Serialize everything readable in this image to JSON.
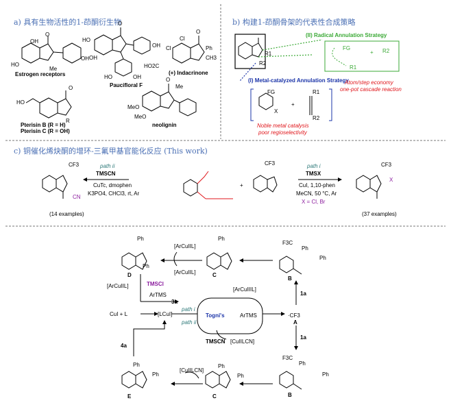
{
  "panel_a": {
    "title": "a) 具有生物活性的1-茚酮衍生物",
    "compounds": {
      "estrogen": "Estrogen receptors",
      "paucifloral": "Paucifloral F",
      "indacrinone": "(+) Indacrinone",
      "pterosin": "Pterisin B (R = H)",
      "pterosin2": "Pterisin C (R = OH)",
      "neolignin": "neolignin"
    },
    "atoms": {
      "ho": "HO",
      "oh": "OH",
      "me": "Me",
      "meo": "MeO",
      "o": "O",
      "cl": "Cl",
      "ph": "Ph",
      "ch3": "CH3",
      "r": "R",
      "ho2c": "HO2C"
    }
  },
  "panel_b": {
    "title": "b) 构建1-茚酮骨架的代表性合成策略",
    "radical": "(II) Radical Annulation Strategy",
    "metal": "(I) Metal-catalyzed Annulation Strategy",
    "atom": "Atom/step economy",
    "cascade": "one-pot cascade reaction",
    "noble": "Noble metal catalysis",
    "poor": "poor regioselectivity",
    "plus": "+",
    "fg": "FG",
    "x": "X",
    "r1": "R1",
    "r2": "R2"
  },
  "panel_c": {
    "title": "c) 铜催化烯炔酮的增环-三氟甲基官能化反应 (This work)",
    "path_ii": "path ii",
    "tmscn": "TMSCN",
    "cond_ii_1": "CuTc, dmophen",
    "cond_ii_2": "K3PO4, CHCl3, rt, Ar",
    "path_i": "path i",
    "tmsx": "TMSX",
    "cond_i_1": "CuI, 1,10-phen",
    "cond_i_2": "MeCN, 50 °C, Ar",
    "cond_i_3": "X = Cl, Br",
    "ex14": "(14 examples)",
    "ex37": "(37 examples)",
    "cn": "CN",
    "cf3": "CF3",
    "x": "X"
  },
  "mechanism": {
    "d": "D",
    "c": "C",
    "b": "B",
    "a": "A",
    "e": "E",
    "arcu": "[ArCuIIL]",
    "arcu3": "[ArCuIIIL]",
    "tmscl": "TMSCl",
    "artms": "ArTMS",
    "three_a": "3a",
    "four_a": "4a",
    "lcu": "[LCuI]",
    "cul": "CuI + L",
    "path_i": "path i",
    "path_ii": "path ii",
    "togni": "Togni's",
    "artms2": "ArTMS",
    "tmscn": "TMSCN",
    "culcn": "[CuIILCN]",
    "culcn2": "[CuIILCN]",
    "cf3rad": "·CF3",
    "one_a": "1a",
    "one_a2": "1a",
    "ph": "Ph",
    "f3c": "F3C"
  }
}
